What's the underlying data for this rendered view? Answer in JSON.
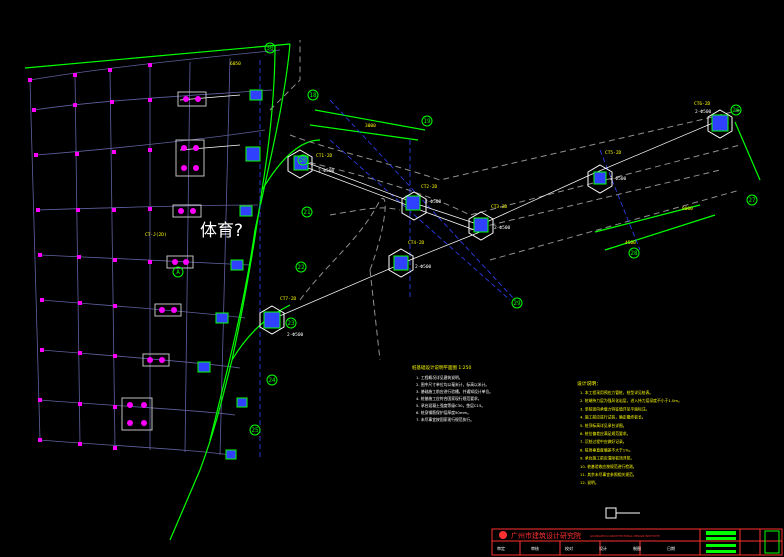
{
  "drawing": {
    "big_label": "体育?",
    "side_note_1": "说明",
    "notes_left_title": "桩基础设计说明平面图 1:250",
    "notes_left_lines": [
      "1. 工程概况详见建筑说明。",
      "2. 图中尺寸单位均以毫米计，标高以米计。",
      "3. 基础施工前应进行验槽，并通知设计单位。",
      "4. 桩基施工应符合国家现行规范要求。",
      "5. 承台混凝土强度等级C30，垫层C15。",
      "6. 桩身钢筋保护层厚度50mm。",
      "7. 未尽事宜按国家现行规范执行。"
    ],
    "notes_right_title": "设计说明：",
    "notes_right_lines": [
      "1. 本工程采用预应力管桩，桩型详见桩表。",
      "2. 桩端持力层为强风化岩层，进入持力层深度不小于1.0m。",
      "3. 单桩竖向承载力特征值详见平面标注。",
      "4. 施工前应进行试桩，确定最终桩长。",
      "5. 桩顶标高详见承台详图。",
      "6. 桩位偏差应满足规范要求。",
      "7. 沉桩过程中应做好记录。",
      "8. 桩身垂直度偏差不大于1%。",
      "9. 承台施工前应清除桩顶浮浆。",
      "10. 桩基验收应按规范进行检测。",
      "11. 其余未尽事宜参照相关规范。",
      "12. 说明。"
    ],
    "title_block": {
      "company": "广州市建筑设计研究院",
      "company_sub": "GUANGZHOU ARCHITECTURAL DESIGN INSTITUTE",
      "small_labels": [
        "审定",
        "审核",
        "校对",
        "设计",
        "制图",
        "日期"
      ]
    },
    "tags": {
      "axis_circles": [
        "18",
        "19",
        "20",
        "21",
        "22",
        "23",
        "24",
        "25",
        "26",
        "27",
        "28",
        "29",
        "30",
        "A"
      ],
      "pile_labels": [
        "CT1-2D",
        "CT2-2D",
        "CT3-2D",
        "CT4-2D",
        "CT5-2D",
        "CT6-2D",
        "CT7-2D"
      ]
    }
  },
  "colors": {
    "background": "#000000",
    "green": "#00ff00",
    "yellow": "#ffff00",
    "cyan": "#00ffff",
    "magenta": "#ff00ff",
    "red": "#ff3030",
    "white": "#ffffff",
    "blue": "#3040ff"
  }
}
